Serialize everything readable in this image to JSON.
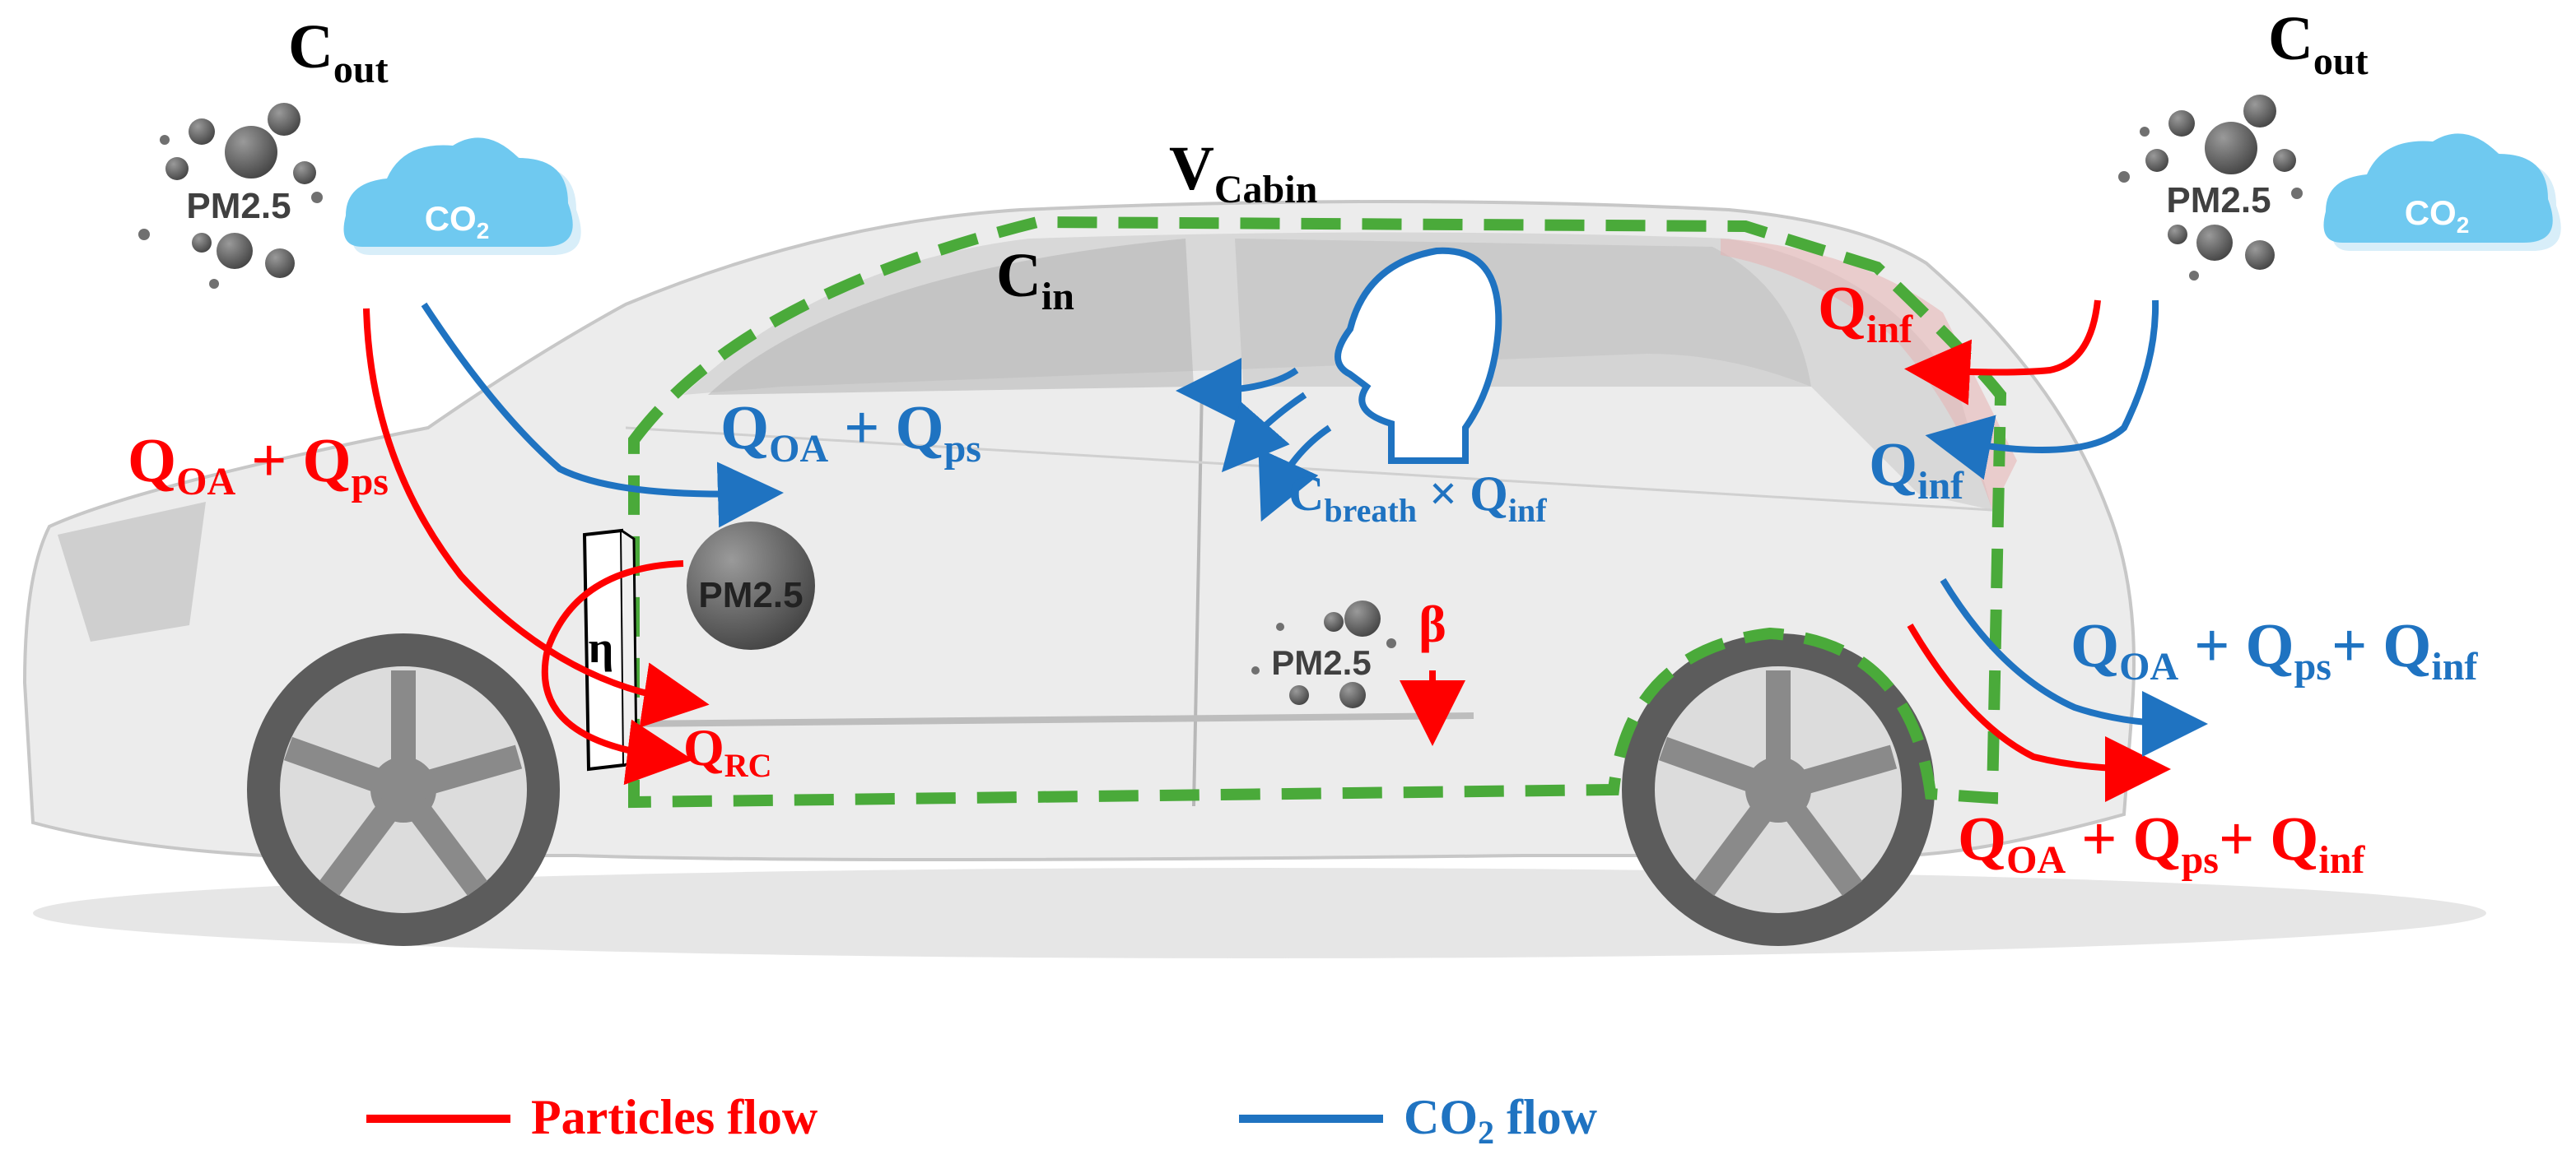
{
  "colors": {
    "particles": "#ff0000",
    "co2": "#1f73c1",
    "cabin_boundary": "#4aaa3a",
    "cloud": "#6fc9f0",
    "car_body": "#e6e6e6",
    "car_shadow": "#cfcfcf",
    "particle_dots": "#606060"
  },
  "icons": [
    "pm25-particle-cluster-icon",
    "co2-cloud-icon",
    "person-head-icon",
    "filter-icon"
  ],
  "labels": {
    "c_out_left": {
      "main": "C",
      "sub": "out"
    },
    "c_out_right": {
      "main": "C",
      "sub": "out"
    },
    "v_cabin": {
      "main": "V",
      "sub": "Cabin"
    },
    "c_in": {
      "main": "C",
      "sub": "in"
    },
    "pm25": "PM2.5",
    "co2": {
      "main": "CO",
      "sub": "2"
    },
    "eta": "η",
    "beta": "β",
    "q_oa_ps_left_red": {
      "q1": "Q",
      "s1": "OA",
      "plus": " + ",
      "q2": "Q",
      "s2": "ps"
    },
    "q_oa_ps_blue": {
      "q1": "Q",
      "s1": "OA",
      "plus": " + ",
      "q2": "Q",
      "s2": "ps"
    },
    "q_rc": {
      "main": "Q",
      "sub": "RC"
    },
    "breath": {
      "c": "C",
      "cs": "breath",
      "times": " × ",
      "q": "Q",
      "qs": "inf"
    },
    "q_inf_red": {
      "main": "Q",
      "sub": "inf"
    },
    "q_inf_blue": {
      "main": "Q",
      "sub": "inf"
    },
    "q_exit_blue": {
      "q1": "Q",
      "s1": "OA",
      "p1": " + ",
      "q2": "Q",
      "s2": "ps",
      "p2": "+ ",
      "q3": "Q",
      "s3": "inf"
    },
    "q_exit_red": {
      "q1": "Q",
      "s1": "OA",
      "p1": " + ",
      "q2": "Q",
      "s2": "ps",
      "p2": "+ ",
      "q3": "Q",
      "s3": "inf"
    }
  },
  "legend": {
    "particles": "Particles flow",
    "co2": {
      "main": "CO",
      "sub": "2",
      "rest": " flow"
    }
  }
}
